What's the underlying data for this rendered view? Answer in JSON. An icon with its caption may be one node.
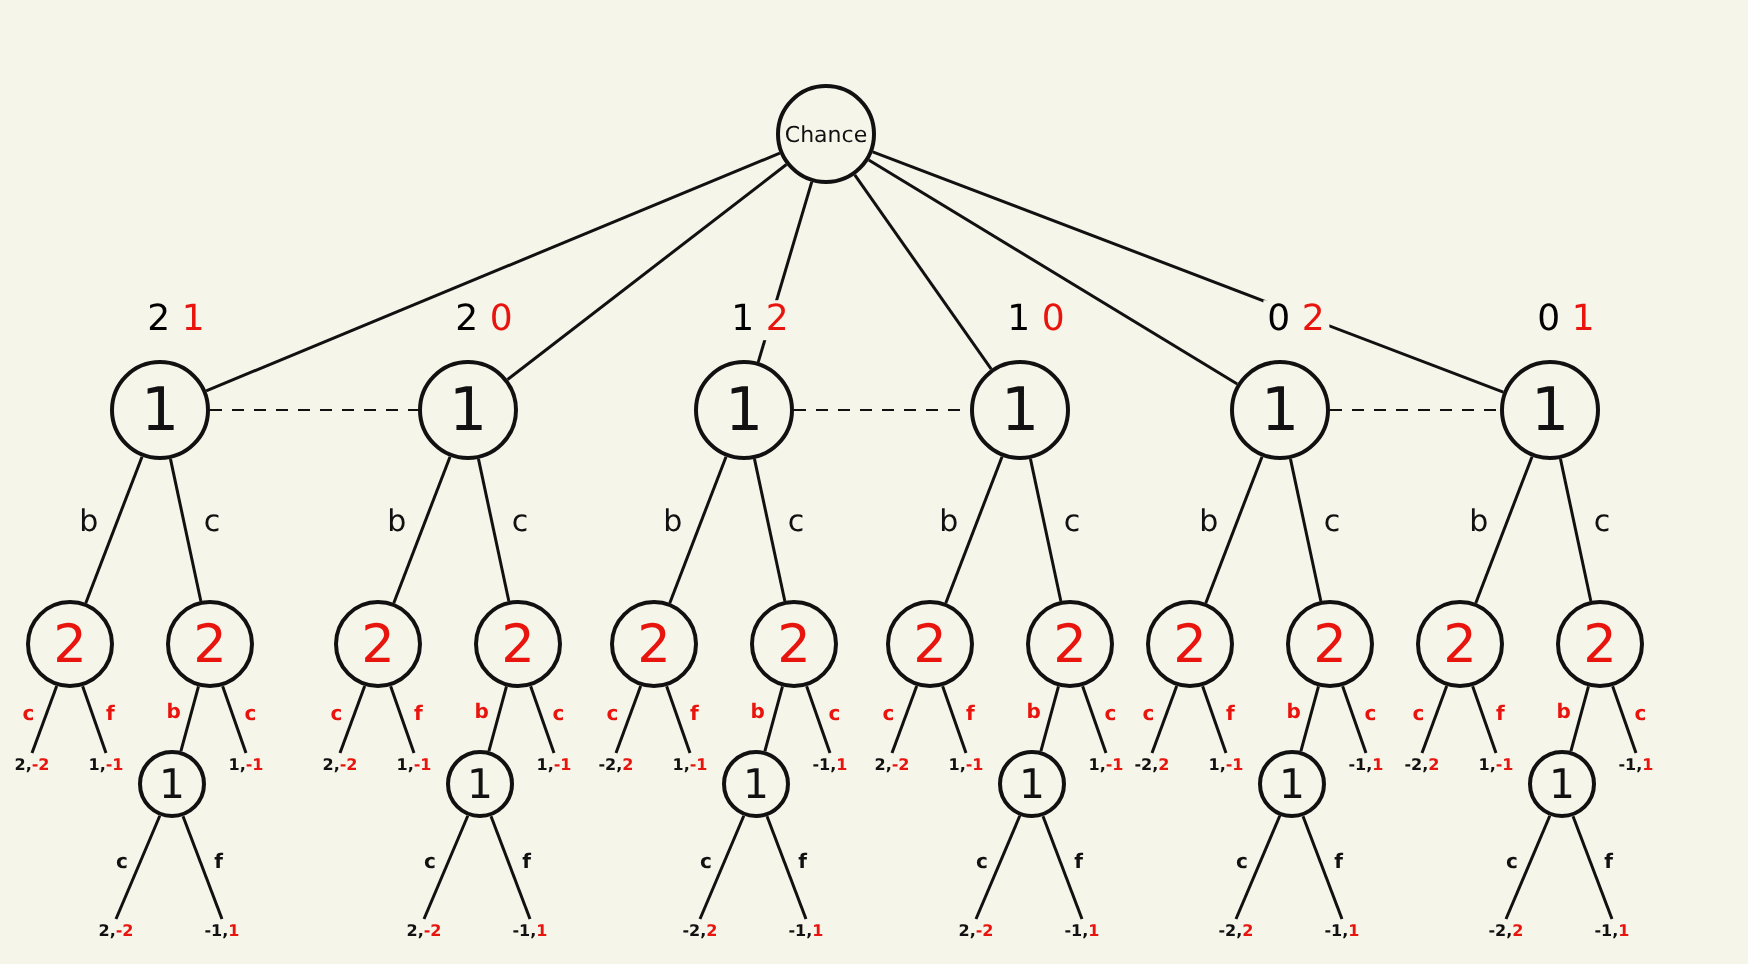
{
  "diagram": {
    "nodes": [
      {
        "text": [
          "Chance"
        ]
      },
      {
        "text": [
          "1"
        ],
        "beside": [
          "2",
          "1"
        ]
      },
      {
        "text": [
          "2"
        ]
      },
      {
        "text": [
          "2,",
          "-2"
        ]
      },
      {
        "text": [
          "1,",
          "-1"
        ]
      },
      {
        "text": [
          "2"
        ]
      },
      {
        "text": [
          "1"
        ]
      },
      {
        "text": [
          "1,",
          "-1"
        ]
      },
      {
        "text": [
          "2,",
          "-2"
        ]
      },
      {
        "text": [
          "-1,",
          "1"
        ]
      },
      {
        "text": [
          "1"
        ],
        "beside": [
          "2",
          "0"
        ]
      },
      {
        "text": [
          "2"
        ]
      },
      {
        "text": [
          "2,",
          "-2"
        ]
      },
      {
        "text": [
          "1,",
          "-1"
        ]
      },
      {
        "text": [
          "2"
        ]
      },
      {
        "text": [
          "1"
        ]
      },
      {
        "text": [
          "1,",
          "-1"
        ]
      },
      {
        "text": [
          "2,",
          "-2"
        ]
      },
      {
        "text": [
          "-1,",
          "1"
        ]
      },
      {
        "text": [
          "1"
        ],
        "beside": [
          "1",
          "2"
        ]
      },
      {
        "text": [
          "2"
        ]
      },
      {
        "text": [
          "-2,",
          "2"
        ]
      },
      {
        "text": [
          "1,",
          "-1"
        ]
      },
      {
        "text": [
          "2"
        ]
      },
      {
        "text": [
          "1"
        ]
      },
      {
        "text": [
          "-1,",
          "1"
        ]
      },
      {
        "text": [
          "-2,",
          "2"
        ]
      },
      {
        "text": [
          "-1,",
          "1"
        ]
      },
      {
        "text": [
          "1"
        ],
        "beside": [
          "1",
          "0"
        ]
      },
      {
        "text": [
          "2"
        ]
      },
      {
        "text": [
          "2,",
          "-2"
        ]
      },
      {
        "text": [
          "1,",
          "-1"
        ]
      },
      {
        "text": [
          "2"
        ]
      },
      {
        "text": [
          "1"
        ]
      },
      {
        "text": [
          "1,",
          "-1"
        ]
      },
      {
        "text": [
          "2,",
          "-2"
        ]
      },
      {
        "text": [
          "-1,",
          "1"
        ]
      },
      {
        "text": [
          "1"
        ],
        "beside": [
          "0",
          "2"
        ]
      },
      {
        "text": [
          "2"
        ]
      },
      {
        "text": [
          "-2,",
          "2"
        ]
      },
      {
        "text": [
          "1,",
          "-1"
        ]
      },
      {
        "text": [
          "2"
        ]
      },
      {
        "text": [
          "1"
        ]
      },
      {
        "text": [
          "-1,",
          "1"
        ]
      },
      {
        "text": [
          "-2,",
          "2"
        ]
      },
      {
        "text": [
          "-1,",
          "1"
        ]
      },
      {
        "text": [
          "1"
        ],
        "beside": [
          "0",
          "1"
        ]
      },
      {
        "text": [
          "2"
        ]
      },
      {
        "text": [
          "-2,",
          "2"
        ]
      },
      {
        "text": [
          "1,",
          "-1"
        ]
      },
      {
        "text": [
          "2"
        ]
      },
      {
        "text": [
          "1"
        ]
      },
      {
        "text": [
          "-1,",
          "1"
        ]
      },
      {
        "text": [
          "-2,",
          "2"
        ]
      },
      {
        "text": [
          "-1,",
          "1"
        ]
      }
    ],
    "edges": [
      {
        "from": 0,
        "to": 1,
        "arrow": "none"
      },
      {
        "from": 1,
        "to": 2,
        "arrow": "none",
        "label": "b"
      },
      {
        "from": 1,
        "to": 5,
        "arrow": "none",
        "label": "c"
      },
      {
        "from": 2,
        "to": 3,
        "arrow": "none",
        "label": "c"
      },
      {
        "from": 2,
        "to": 4,
        "arrow": "none",
        "label": "f"
      },
      {
        "from": 5,
        "to": 6,
        "arrow": "none",
        "label": "b"
      },
      {
        "from": 5,
        "to": 7,
        "arrow": "none",
        "label": "c"
      },
      {
        "from": 6,
        "to": 8,
        "arrow": "none",
        "label": "c"
      },
      {
        "from": 6,
        "to": 9,
        "arrow": "none",
        "label": "f"
      },
      {
        "from": 0,
        "to": 10,
        "arrow": "none"
      },
      {
        "from": 10,
        "to": 11,
        "arrow": "none",
        "label": "b"
      },
      {
        "from": 10,
        "to": 14,
        "arrow": "none",
        "label": "c"
      },
      {
        "from": 11,
        "to": 12,
        "arrow": "none",
        "label": "c"
      },
      {
        "from": 11,
        "to": 13,
        "arrow": "none",
        "label": "f"
      },
      {
        "from": 14,
        "to": 15,
        "arrow": "none",
        "label": "b"
      },
      {
        "from": 14,
        "to": 16,
        "arrow": "none",
        "label": "c"
      },
      {
        "from": 15,
        "to": 17,
        "arrow": "none",
        "label": "c"
      },
      {
        "from": 15,
        "to": 18,
        "arrow": "none",
        "label": "f"
      },
      {
        "from": 0,
        "to": 19,
        "arrow": "none"
      },
      {
        "from": 19,
        "to": 20,
        "arrow": "none",
        "label": "b"
      },
      {
        "from": 19,
        "to": 23,
        "arrow": "none",
        "label": "c"
      },
      {
        "from": 20,
        "to": 21,
        "arrow": "none",
        "label": "c"
      },
      {
        "from": 20,
        "to": 22,
        "arrow": "none",
        "label": "f"
      },
      {
        "from": 23,
        "to": 24,
        "arrow": "none",
        "label": "b"
      },
      {
        "from": 23,
        "to": 25,
        "arrow": "none",
        "label": "c"
      },
      {
        "from": 24,
        "to": 26,
        "arrow": "none",
        "label": "c"
      },
      {
        "from": 24,
        "to": 27,
        "arrow": "none",
        "label": "f"
      },
      {
        "from": 0,
        "to": 28,
        "arrow": "none"
      },
      {
        "from": 28,
        "to": 29,
        "arrow": "none",
        "label": "b"
      },
      {
        "from": 28,
        "to": 32,
        "arrow": "none",
        "label": "c"
      },
      {
        "from": 29,
        "to": 30,
        "arrow": "none",
        "label": "c"
      },
      {
        "from": 29,
        "to": 31,
        "arrow": "none",
        "label": "f"
      },
      {
        "from": 32,
        "to": 33,
        "arrow": "none",
        "label": "b"
      },
      {
        "from": 32,
        "to": 34,
        "arrow": "none",
        "label": "c"
      },
      {
        "from": 33,
        "to": 35,
        "arrow": "none",
        "label": "c"
      },
      {
        "from": 33,
        "to": 36,
        "arrow": "none",
        "label": "f"
      },
      {
        "from": 0,
        "to": 37,
        "arrow": "none"
      },
      {
        "from": 37,
        "to": 38,
        "arrow": "none",
        "label": "b"
      },
      {
        "from": 37,
        "to": 41,
        "arrow": "none",
        "label": "c"
      },
      {
        "from": 38,
        "to": 39,
        "arrow": "none",
        "label": "c"
      },
      {
        "from": 38,
        "to": 40,
        "arrow": "none",
        "label": "f"
      },
      {
        "from": 41,
        "to": 42,
        "arrow": "none",
        "label": "b"
      },
      {
        "from": 41,
        "to": 43,
        "arrow": "none",
        "label": "c"
      },
      {
        "from": 42,
        "to": 44,
        "arrow": "none",
        "label": "c"
      },
      {
        "from": 42,
        "to": 45,
        "arrow": "none",
        "label": "f"
      },
      {
        "from": 0,
        "to": 46,
        "arrow": "none"
      },
      {
        "from": 46,
        "to": 47,
        "arrow": "none",
        "label": "b"
      },
      {
        "from": 46,
        "to": 50,
        "arrow": "none",
        "label": "c"
      },
      {
        "from": 47,
        "to": 48,
        "arrow": "none",
        "label": "c"
      },
      {
        "from": 47,
        "to": 49,
        "arrow": "none",
        "label": "f"
      },
      {
        "from": 50,
        "to": 51,
        "arrow": "none",
        "label": "b"
      },
      {
        "from": 50,
        "to": 52,
        "arrow": "none",
        "label": "c"
      },
      {
        "from": 51,
        "to": 53,
        "arrow": "none",
        "label": "c"
      },
      {
        "from": 51,
        "to": 54,
        "arrow": "none",
        "label": "f"
      },
      {
        "from": 1,
        "to": 10,
        "arrow": "none",
        "style": "dashed"
      },
      {
        "from": 19,
        "to": 28,
        "arrow": "none",
        "style": "dashed"
      },
      {
        "from": 37,
        "to": 46,
        "arrow": "none",
        "style": "dashed"
      }
    ]
  }
}
